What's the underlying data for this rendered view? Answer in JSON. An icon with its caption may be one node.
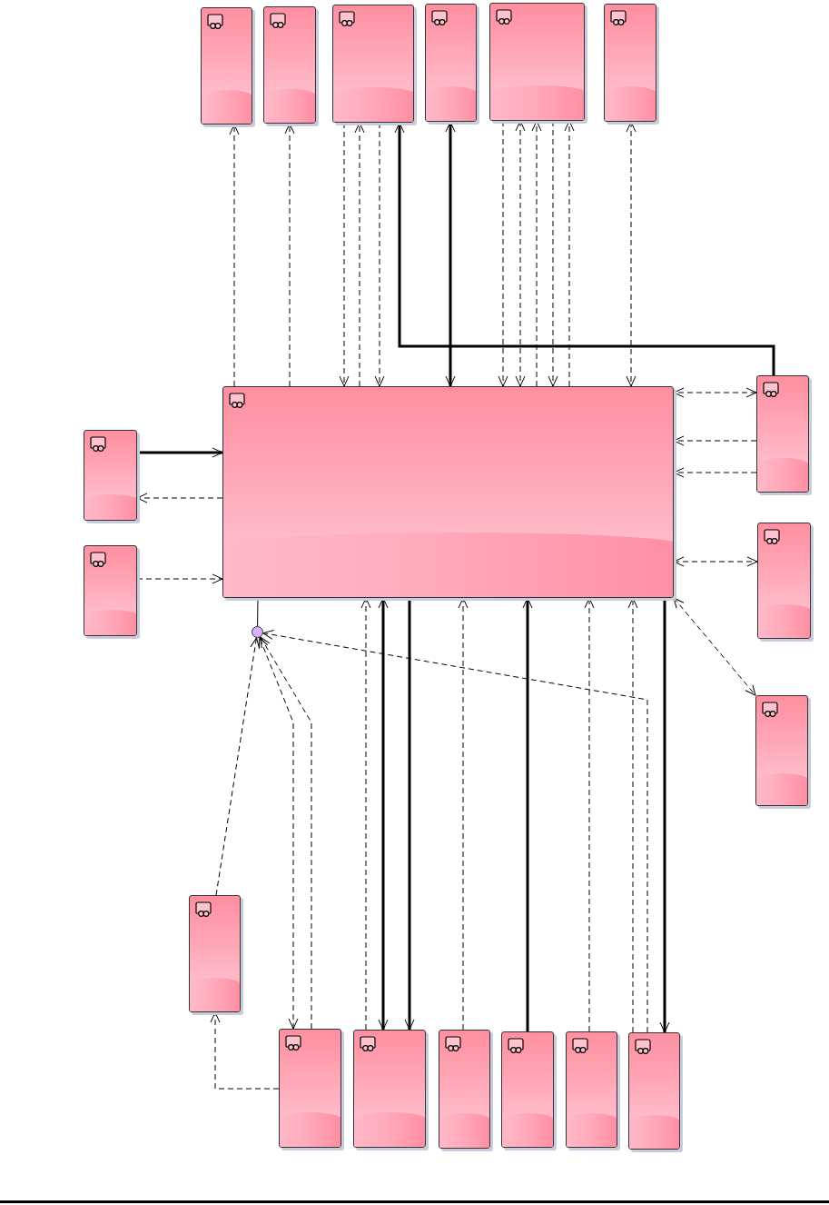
{
  "diagram": {
    "nodes": [
      {
        "text": [],
        "shape": "box"
      },
      {
        "text": [],
        "shape": "box"
      },
      {
        "text": [],
        "shape": "box"
      },
      {
        "text": [],
        "shape": "box"
      },
      {
        "text": [],
        "shape": "box"
      },
      {
        "text": [],
        "shape": "box"
      },
      {
        "text": [],
        "shape": "box"
      },
      {
        "text": [],
        "shape": "box"
      },
      {
        "text": [],
        "shape": "box"
      },
      {
        "text": [],
        "shape": "box"
      },
      {
        "text": [],
        "shape": "box"
      },
      {
        "text": [],
        "shape": "circle"
      },
      {
        "text": [],
        "shape": "box"
      },
      {
        "text": [],
        "shape": "box"
      },
      {
        "text": [],
        "shape": "box"
      },
      {
        "text": [],
        "shape": "box"
      },
      {
        "text": [],
        "shape": "box"
      },
      {
        "text": [],
        "shape": "box"
      },
      {
        "text": [],
        "shape": "box"
      },
      {
        "text": [],
        "shape": "box"
      }
    ],
    "edges": [
      {
        "from": 7,
        "to": 0,
        "arrow": "to",
        "style": "dashed"
      },
      {
        "from": 7,
        "to": 1,
        "arrow": "to",
        "style": "dashed"
      },
      {
        "from": 2,
        "to": 7,
        "arrow": "to",
        "style": "dashed"
      },
      {
        "from": 7,
        "to": 2,
        "arrow": "to",
        "style": "dashed"
      },
      {
        "from": 2,
        "to": 7,
        "arrow": "to",
        "style": "dashed"
      },
      {
        "from": 8,
        "to": 2,
        "arrow": "to",
        "style": "thick"
      },
      {
        "from": 3,
        "to": 7,
        "arrow": "both",
        "style": "thick"
      },
      {
        "from": 4,
        "to": 7,
        "arrow": "to",
        "style": "dashed"
      },
      {
        "from": 4,
        "to": 7,
        "arrow": "both",
        "style": "dashed"
      },
      {
        "from": 7,
        "to": 4,
        "arrow": "to",
        "style": "dashed"
      },
      {
        "from": 4,
        "to": 7,
        "arrow": "to",
        "style": "dashed"
      },
      {
        "from": 7,
        "to": 4,
        "arrow": "to",
        "style": "dashed"
      },
      {
        "from": 5,
        "to": 7,
        "arrow": "both",
        "style": "dashed"
      },
      {
        "from": 6,
        "to": 7,
        "arrow": "to",
        "style": "thick"
      },
      {
        "from": 7,
        "to": 6,
        "arrow": "to",
        "style": "dashed"
      },
      {
        "from": 8,
        "to": 7,
        "arrow": "both",
        "style": "dashed"
      },
      {
        "from": 8,
        "to": 7,
        "arrow": "to",
        "style": "dashed"
      },
      {
        "from": 8,
        "to": 7,
        "arrow": "to",
        "style": "dashed"
      },
      {
        "from": 9,
        "to": 7,
        "arrow": "to",
        "style": "dashed"
      },
      {
        "from": 7,
        "to": 10,
        "arrow": "both",
        "style": "dashed"
      },
      {
        "from": 7,
        "to": 12,
        "arrow": "both",
        "style": "dashed"
      },
      {
        "from": 7,
        "to": 11,
        "arrow": "none"
      },
      {
        "from": 13,
        "to": 11,
        "arrow": "to",
        "style": "dashed"
      },
      {
        "from": 14,
        "to": 11,
        "arrow": "both",
        "style": "dashed"
      },
      {
        "from": 14,
        "to": 11,
        "arrow": "to",
        "style": "dashed"
      },
      {
        "from": 19,
        "to": 11,
        "arrow": "to",
        "style": "dashed"
      },
      {
        "from": 14,
        "to": 13,
        "arrow": "to",
        "style": "dashed"
      },
      {
        "from": 15,
        "to": 7,
        "arrow": "to",
        "style": "dashed"
      },
      {
        "from": 15,
        "to": 7,
        "arrow": "both",
        "style": "thick"
      },
      {
        "from": 7,
        "to": 15,
        "arrow": "to",
        "style": "thick"
      },
      {
        "from": 16,
        "to": 7,
        "arrow": "to",
        "style": "dashed"
      },
      {
        "from": 17,
        "to": 7,
        "arrow": "to",
        "style": "thick"
      },
      {
        "from": 18,
        "to": 7,
        "arrow": "to",
        "style": "dashed"
      },
      {
        "from": 19,
        "to": 7,
        "arrow": "to",
        "style": "dashed"
      },
      {
        "from": 7,
        "to": 19,
        "arrow": "to",
        "style": "thick"
      }
    ]
  }
}
